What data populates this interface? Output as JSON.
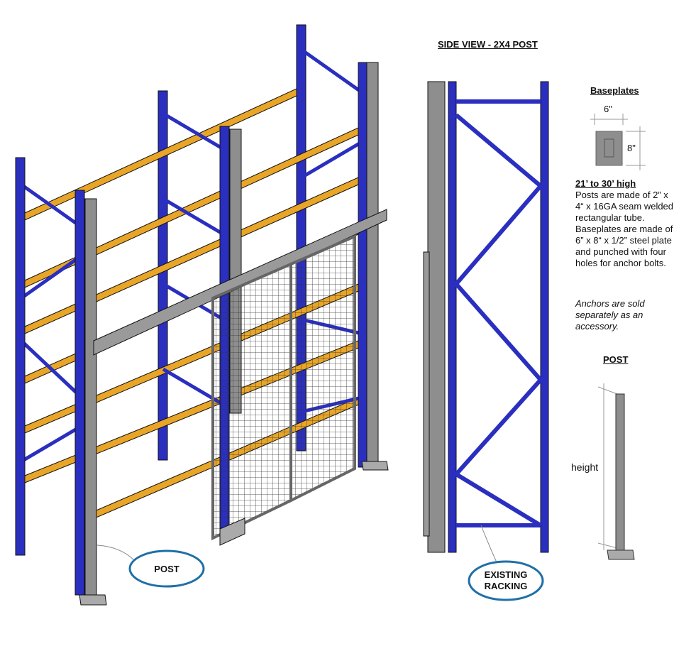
{
  "side_view_title": "SIDE VIEW - 2X4 POST",
  "baseplates": {
    "title": "Baseplates",
    "width_label": "6\"",
    "height_label": "8\""
  },
  "spec": {
    "heading": "21’ to 30’ high",
    "body": "Posts are made of 2” x 4“ x 16GA seam welded rectangular tube. Baseplates are made of 6” x 8“ x 1/2” steel plate and punched with four holes for anchor bolts.",
    "note": "Anchors are sold separately as an accessory."
  },
  "post_detail": {
    "title": "POST",
    "dimension_label": "height"
  },
  "callouts": {
    "post": "POST",
    "existing_racking": "EXISTING RACKING"
  },
  "colors": {
    "upright": "#2a2fc0",
    "beam": "#e8a528",
    "post": "#8e8e8e",
    "callout": "#1f6fa8"
  }
}
